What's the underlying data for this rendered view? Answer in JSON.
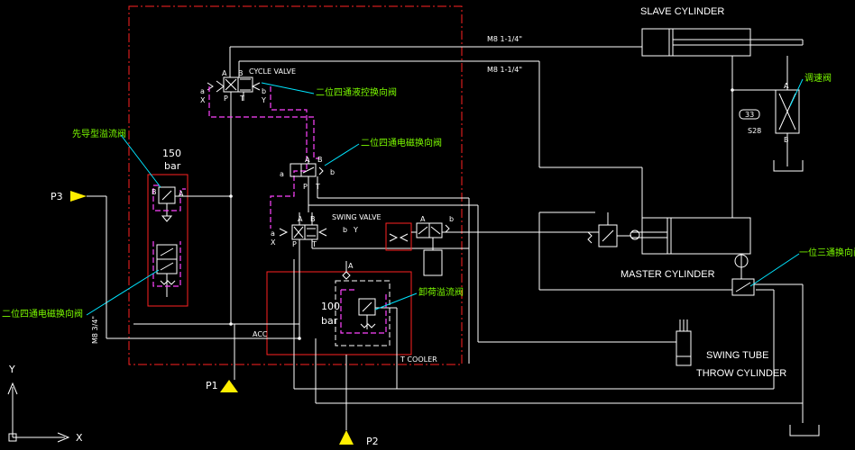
{
  "colors": {
    "background": "#000000",
    "line": "#ffffff",
    "pilot": "#ff44ff",
    "frame": "#ff2222",
    "callout": "#00e5ff",
    "chinese_label": "#7CFC00",
    "port_marker": "#ffee00"
  },
  "labels": {
    "slave_cylinder": "SLAVE CYLINDER",
    "master_cylinder": "MASTER CYLINDER",
    "swing_tube_line1": "SWING TUBE",
    "swing_tube_line2": "THROW CYLINDER",
    "cycle_valve": "CYCLE VALVE",
    "swing_valve": "SWING VALVE",
    "acc": "ACC",
    "t_cooler": "T COOLER",
    "pipe1": "M8 1-1/4\"",
    "pipe2": "M8 1-1/4\"",
    "pipe3": "M8 3/4\"",
    "pres150_a": "150",
    "pres150_b": "bar",
    "pres100_a": "100",
    "pres100_b": "bar",
    "valve33": "33",
    "s28": "S28"
  },
  "chinese": {
    "cycle_valve_cn": "二位四通液控换向阀",
    "solenoid_mid_cn": "二位四通电磁换向阀",
    "relief_cn": "先导型溢流阀",
    "unload_cn": "卸荷溢流阀",
    "throttle_cn": "调速阀",
    "three_way_cn": "一位三通换向阀",
    "solenoid_left_cn": "二位四通电磁换向阀"
  },
  "ports": {
    "p1": "P1",
    "p2": "P2",
    "p3": "P3"
  },
  "axes": {
    "x": "X",
    "y": "Y"
  },
  "port_letters": {
    "a": "A",
    "b": "B",
    "p": "P",
    "t": "T",
    "x": "X",
    "y": "Y",
    "a_low": "a",
    "b_low": "b"
  }
}
